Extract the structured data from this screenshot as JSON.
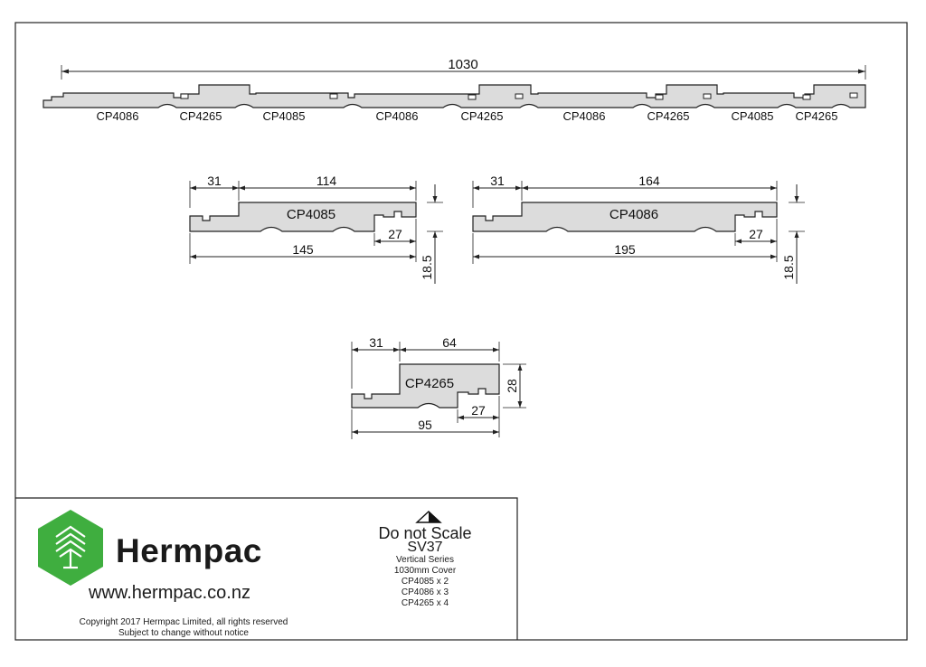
{
  "overall": {
    "width_label": "1030",
    "strip_labels": [
      "CP4086",
      "CP4265",
      "CP4085",
      "CP4086",
      "CP4265",
      "CP4086",
      "CP4265",
      "CP4085",
      "CP4265"
    ]
  },
  "profiles": {
    "cp4085": {
      "name": "CP4085",
      "step": "31",
      "top": "114",
      "groove": "27",
      "overall": "145",
      "thickness": "18.5"
    },
    "cp4086": {
      "name": "CP4086",
      "step": "31",
      "top": "164",
      "groove": "27",
      "overall": "195",
      "thickness": "18.5"
    },
    "cp4265": {
      "name": "CP4265",
      "step": "31",
      "top": "64",
      "height": "28",
      "groove": "27",
      "overall": "95"
    }
  },
  "title_block": {
    "brand": "Hermpac",
    "website": "www.hermpac.co.nz",
    "copyright": "Copyright 2017 Hermpac Limited, all rights reserved",
    "notice": "Subject to change without notice",
    "do_not_scale": "Do not Scale",
    "code": "SV37",
    "series": "Vertical Series",
    "cover": "1030mm Cover",
    "items": [
      "CP4085 x 2",
      "CP4086 x 3",
      "CP4265 x 4"
    ]
  },
  "colors": {
    "logo_green": "#3fae3f",
    "profile_fill": "#dcdcdc",
    "line": "#222222"
  }
}
